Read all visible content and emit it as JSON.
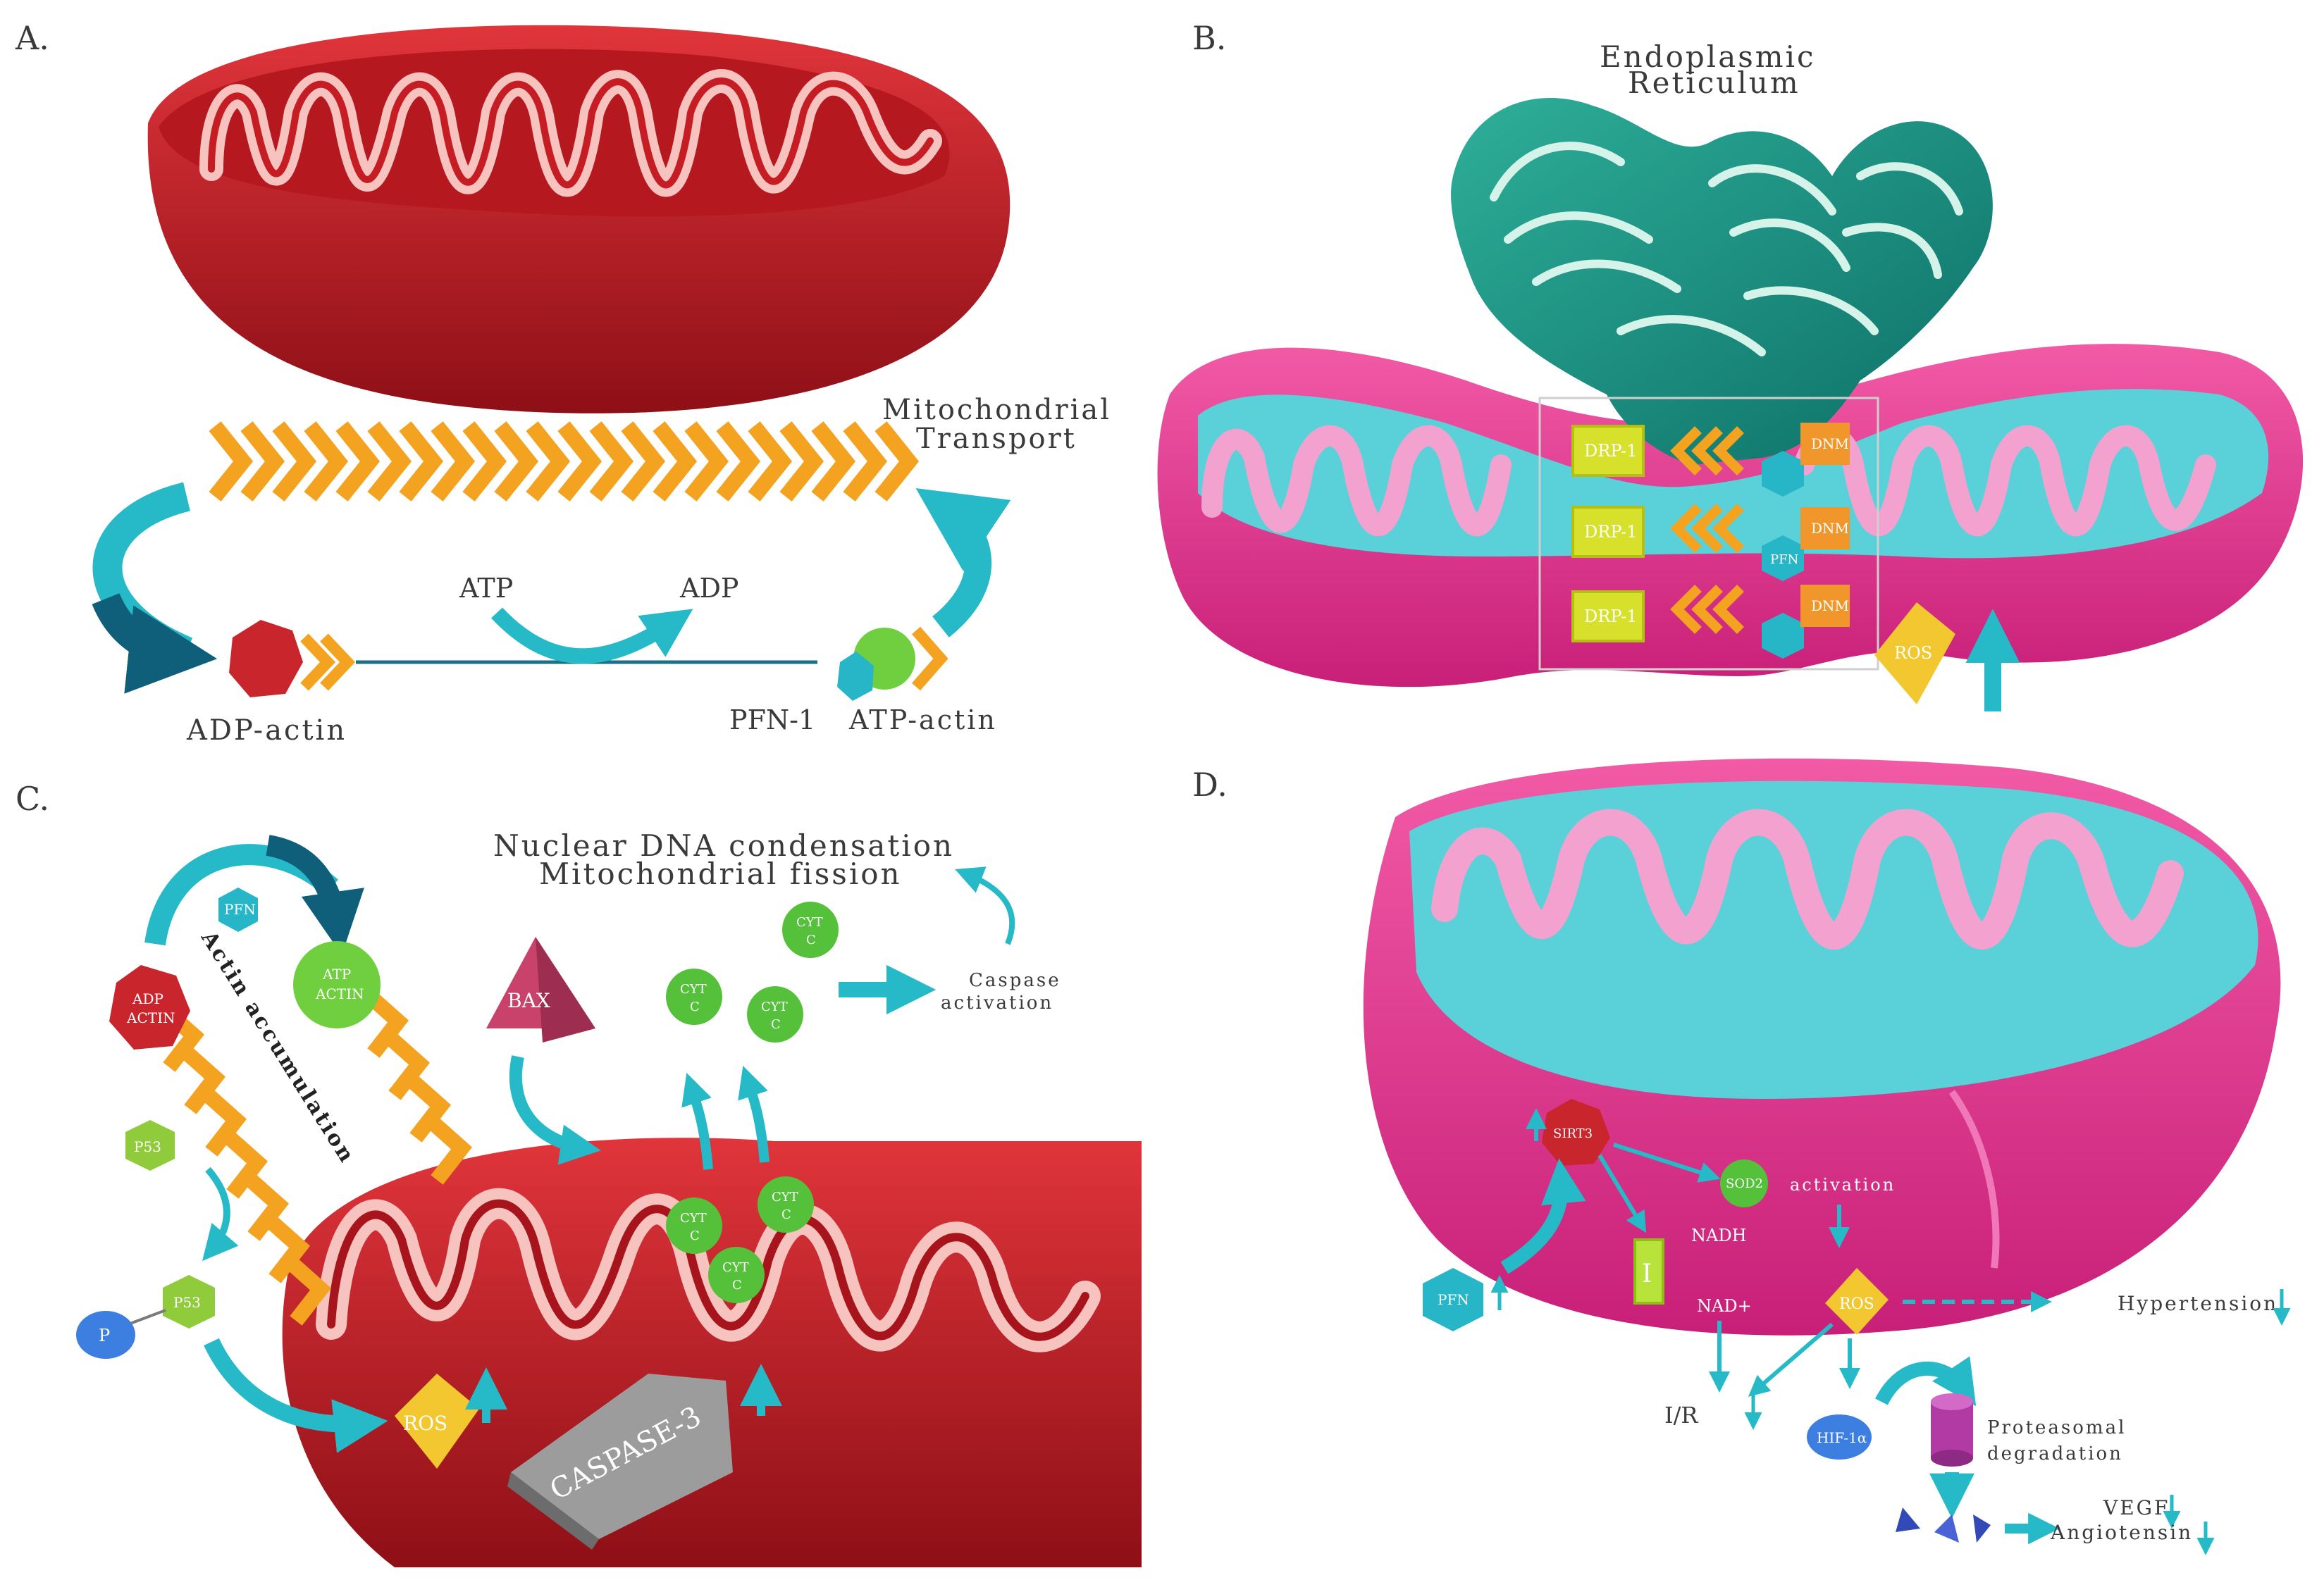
{
  "panels": {
    "a": {
      "letter": "A.",
      "transport": [
        "Mitochondrial",
        "Transport"
      ],
      "atp": "ATP",
      "adp": "ADP",
      "adp_actin": "ADP-actin",
      "pfn": "PFN-1",
      "atp_actin": "ATP-actin"
    },
    "b": {
      "letter": "B.",
      "er": [
        "Endoplasmic",
        "Reticulum"
      ],
      "drp": "DRP-1",
      "dynamin": "DNM",
      "pfn": "PFN",
      "ros": "ROS"
    },
    "c": {
      "letter": "C.",
      "heading": [
        "Nuclear DNA condensation",
        "Mitochondrial fission"
      ],
      "pfn": "PFN",
      "adp_actin": [
        "ADP",
        "ACTIN"
      ],
      "atp_actin": [
        "ATP",
        "ACTIN"
      ],
      "accumulation": "Actin accumulation",
      "bax": "BAX",
      "cytc": [
        "CYT",
        "C"
      ],
      "caspase_activation": [
        "Caspase",
        "activation"
      ],
      "p53": "P53",
      "p": "P",
      "ros": "ROS",
      "caspase3": "CASPASE-3"
    },
    "d": {
      "letter": "D.",
      "sirt": "SIRT3",
      "sod": "SOD2",
      "activation": "activation",
      "nadh": "NADH",
      "nad": "NAD+",
      "complex": "I",
      "ros": "ROS",
      "pfn": "PFN",
      "hypertension": "Hypertension",
      "ir": "I/R",
      "hif": "HIF-1α",
      "proteasomal": [
        "Proteasomal",
        "degradation"
      ],
      "vegf": "VEGF",
      "angiotensin": "Angiotensin"
    }
  }
}
